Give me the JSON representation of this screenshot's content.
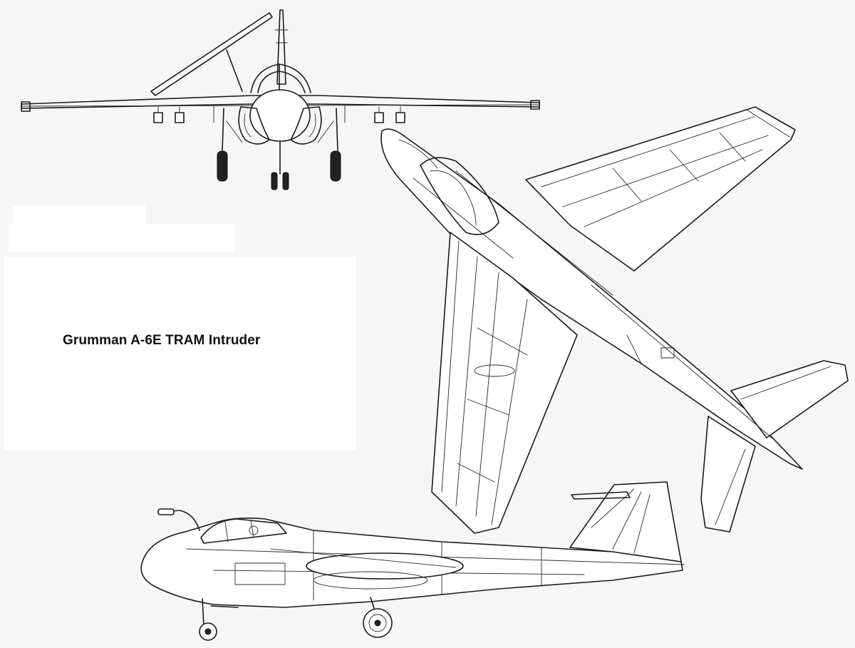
{
  "title": "Grumman A-6E TRAM Intruder",
  "colors": {
    "background": "#f6f6f6",
    "panel": "#ffffff",
    "line": "#1a1a1a",
    "text": "#111111"
  },
  "views": [
    {
      "name": "front-view"
    },
    {
      "name": "top-view"
    },
    {
      "name": "side-view"
    }
  ]
}
